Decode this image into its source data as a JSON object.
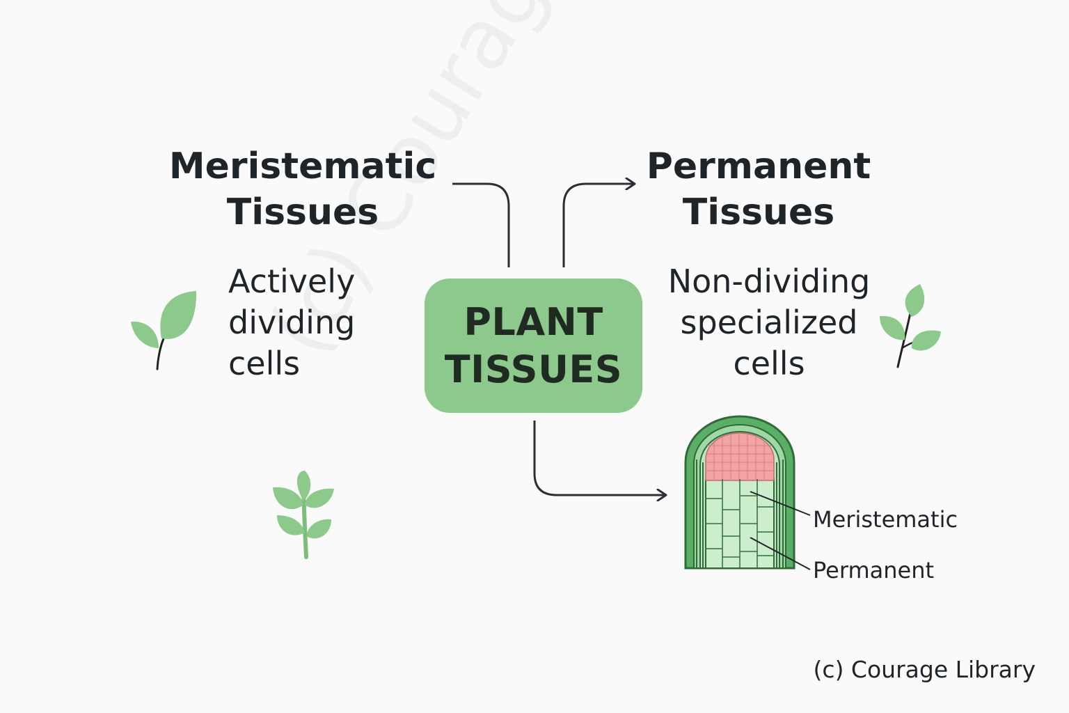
{
  "center": {
    "line1": "PLANT",
    "line2": "TISSUES"
  },
  "left": {
    "title_line1": "Meristematic",
    "title_line2": "Tissues",
    "desc_lines": [
      "Actively",
      "dividing",
      "cells"
    ]
  },
  "right": {
    "title_line1": "Permanent",
    "title_line2": "Tissues",
    "desc_lines": [
      "Non-dividing",
      "specialized",
      "cells"
    ]
  },
  "illustration": {
    "label_top": "Meristematic",
    "label_bottom": "Permanent"
  },
  "credit": "(c) Courage Library",
  "watermark": "(c) Courage Library",
  "colors": {
    "box_green": "#8dc98c",
    "leaf_green": "#8cc98a",
    "tissue_green": "#5bae66",
    "meristem_pink": "#f2a3a3",
    "text": "#1f2428"
  }
}
